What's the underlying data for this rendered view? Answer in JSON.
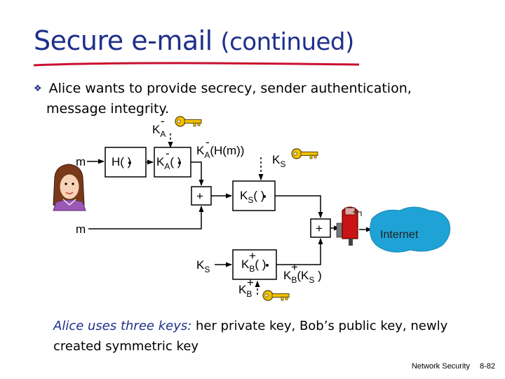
{
  "slide": {
    "title_main": "Secure e-mail",
    "title_paren": "(continued)",
    "bullet_line1": "Alice wants to provide secrecy, sender authentication,",
    "bullet_line2": "message integrity.",
    "caption_em": "Alice uses three keys:",
    "caption_rest": " her private key, Bob’s public key, newly created symmetric key",
    "footer_left": "Network Security",
    "footer_right": "8-82"
  },
  "diagram": {
    "key_ka_minus": {
      "base": "K",
      "sub": "A",
      "sup": "-"
    },
    "m_in": "m",
    "hash_box": "H(  )",
    "sign_box": {
      "base": "K",
      "sub": "A",
      "sup": "-",
      "tail": "(  )"
    },
    "signed_hash": {
      "base": "K",
      "sub": "A",
      "sup": "-",
      "tail": "(H(m))"
    },
    "key_ks": {
      "base": "K",
      "sub": "S"
    },
    "plus_symbol": "+",
    "sym_enc_box": {
      "base": "K",
      "sub": "S",
      "tail": "(  )"
    },
    "m_lower": "m",
    "internet_label": "Internet",
    "ks_lower": {
      "base": "K",
      "sub": "S"
    },
    "bob_pub_box": {
      "base": "K",
      "sub": "B",
      "sup": "+",
      "tail": "(  )"
    },
    "encrypted_ks": {
      "base": "K",
      "sub": "B",
      "sup": "+",
      "tail": "(K",
      "tail_sub": "S",
      "tail_end": " )"
    },
    "key_kb_plus": {
      "base": "K",
      "sub": "B",
      "sup": "+"
    }
  }
}
